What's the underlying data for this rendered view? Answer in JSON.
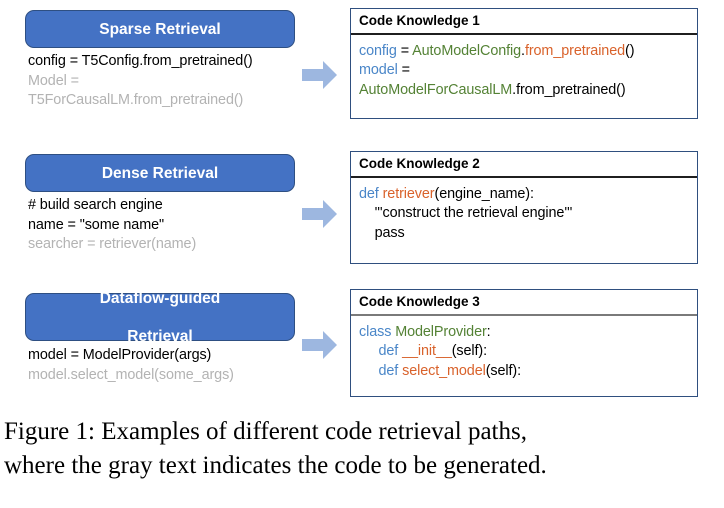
{
  "figure": {
    "rows": [
      {
        "pill_label": "Sparse Retrieval",
        "snippet_given": "config = T5Config.from_pretrained()",
        "snippet_togen_line1": "Model =",
        "snippet_togen_line2": "T5ForCausalLM.from_pretrained()",
        "arrow": "right-arrow-icon"
      },
      {
        "pill_label": "Dense Retrieval",
        "snippet_given_line1": "# build search engine",
        "snippet_given_line2": "name = \"some name\"",
        "snippet_togen_line1": "searcher = retriever(name)",
        "arrow": "right-arrow-icon"
      },
      {
        "pill_label_line1": "Dataflow-guided",
        "pill_label_line2": "Retrieval",
        "snippet_given_line1": "model = ModelProvider(args)",
        "snippet_togen_line1": "model.select_model(some_args)",
        "arrow": "right-arrow-icon"
      }
    ],
    "knowledge_boxes": [
      {
        "title": "Code Knowledge 1",
        "lines": [
          [
            {
              "t": "config",
              "c": "kw"
            },
            {
              "t": " = ",
              "c": "plain"
            },
            {
              "t": "AutoModelConfig",
              "c": "cls"
            },
            {
              "t": ".",
              "c": "plain"
            },
            {
              "t": "from_pretrained",
              "c": "fn"
            },
            {
              "t": "()",
              "c": "plain"
            }
          ],
          [
            {
              "t": "model",
              "c": "kw"
            },
            {
              "t": " =",
              "c": "plain"
            }
          ],
          [
            {
              "t": "AutoModelForCausalLM",
              "c": "cls"
            },
            {
              "t": ".from_pretrained()",
              "c": "plain"
            }
          ]
        ]
      },
      {
        "title": "Code Knowledge 2",
        "lines": [
          [
            {
              "t": "def ",
              "c": "kw"
            },
            {
              "t": "retriever",
              "c": "fn"
            },
            {
              "t": "(engine_name):",
              "c": "plain"
            }
          ],
          [
            {
              "t": "    '''construct the retrieval engine'''",
              "c": "plain"
            }
          ],
          [
            {
              "t": "    pass",
              "c": "plain"
            }
          ]
        ]
      },
      {
        "title": "Code Knowledge 3",
        "lines": [
          [
            {
              "t": "class ",
              "c": "kw"
            },
            {
              "t": "ModelProvider",
              "c": "cls"
            },
            {
              "t": ":",
              "c": "plain"
            }
          ],
          [
            {
              "t": "     def ",
              "c": "kw"
            },
            {
              "t": "__init__",
              "c": "fn"
            },
            {
              "t": "(self):",
              "c": "plain"
            }
          ],
          [
            {
              "t": "     def ",
              "c": "kw"
            },
            {
              "t": "select_model",
              "c": "fn"
            },
            {
              "t": "(self):",
              "c": "plain"
            }
          ]
        ]
      }
    ]
  },
  "caption": {
    "line1": "Figure 1:  Examples of different code retrieval paths,",
    "line2": "where the gray text indicates the code to be generated."
  },
  "colors": {
    "pill_fill": "#4472C4",
    "pill_border": "#2E4F82",
    "arrow_fill": "#9DB7E0",
    "box_border": "#2F4F7F",
    "keyword_blue": "#4A86C8",
    "class_green": "#548235",
    "function_orange": "#D9622B",
    "gray_code": "#B3B3B3"
  }
}
